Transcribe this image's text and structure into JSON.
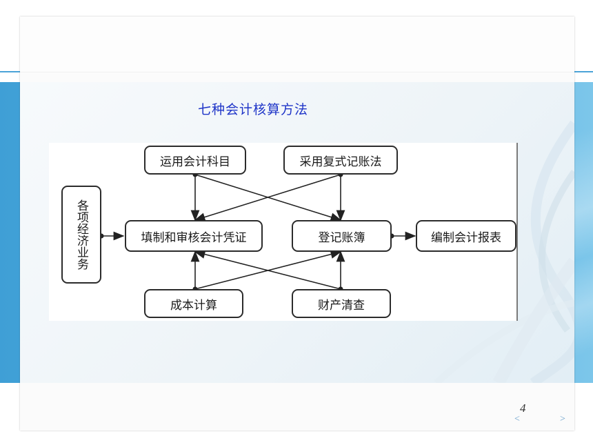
{
  "slide": {
    "title": "七种会计核算方法",
    "page_number": "4",
    "nav_prev_icon": "chevron-left-icon",
    "nav_next_icon": "chevron-right-icon"
  },
  "diagram": {
    "nodes": {
      "business": "各项经济业务",
      "accounts": "运用会计科目",
      "double_entry": "采用复式记账法",
      "vouchers": "填制和审核会计凭证",
      "ledger": "登记账簿",
      "statements": "编制会计报表",
      "costing": "成本计算",
      "inventory": "财产清查"
    }
  },
  "colors": {
    "title": "#1f35c8",
    "accent_band": "#3f9fd6",
    "nav": "#6aa0cc"
  }
}
